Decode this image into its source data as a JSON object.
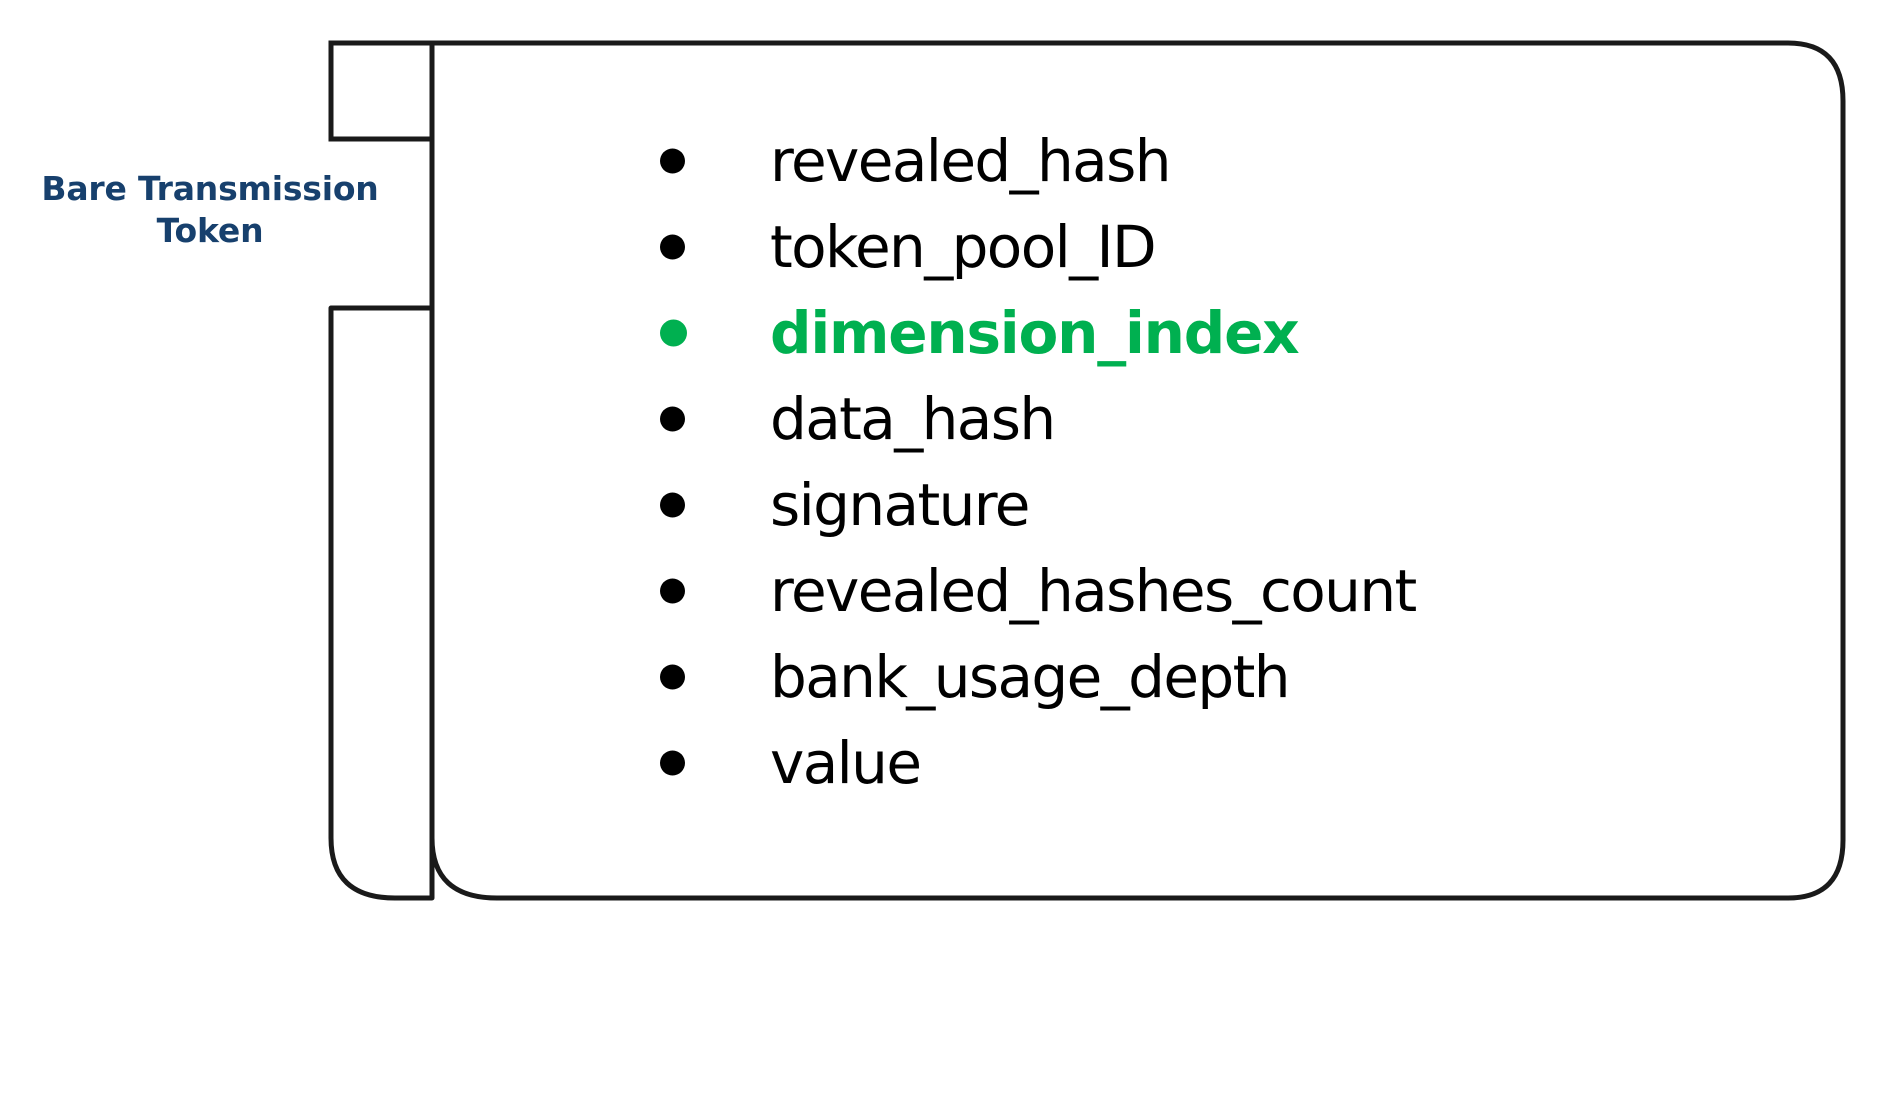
{
  "diagram": {
    "title": "Bare Transmission Token",
    "label": {
      "text": "Bare Transmission\nToken",
      "color": "#17406d"
    },
    "colors": {
      "label_navy": "#17406d",
      "accent_green": "#00b050",
      "outline_black": "#1a1a1a",
      "default_text": "#000000",
      "background": "#ffffff"
    },
    "shape": {
      "name": "stacked-rounded-cards",
      "card_count": 3,
      "description": "Three stacked rounded rectangles representing a token record"
    },
    "fields": [
      {
        "label": "revealed_hash",
        "bullet": "filled-circle",
        "highlighted": false
      },
      {
        "label": "token_pool_ID",
        "bullet": "filled-circle",
        "highlighted": false
      },
      {
        "label": "dimension_index",
        "bullet": "filled-circle",
        "highlighted": true
      },
      {
        "label": "data_hash",
        "bullet": "filled-circle",
        "highlighted": false
      },
      {
        "label": "signature",
        "bullet": "filled-circle",
        "highlighted": false
      },
      {
        "label": "revealed_hashes_count",
        "bullet": "filled-circle",
        "highlighted": false
      },
      {
        "label": "bank_usage_depth",
        "bullet": "filled-circle",
        "highlighted": false
      },
      {
        "label": "value",
        "bullet": "filled-circle",
        "highlighted": false
      }
    ]
  }
}
